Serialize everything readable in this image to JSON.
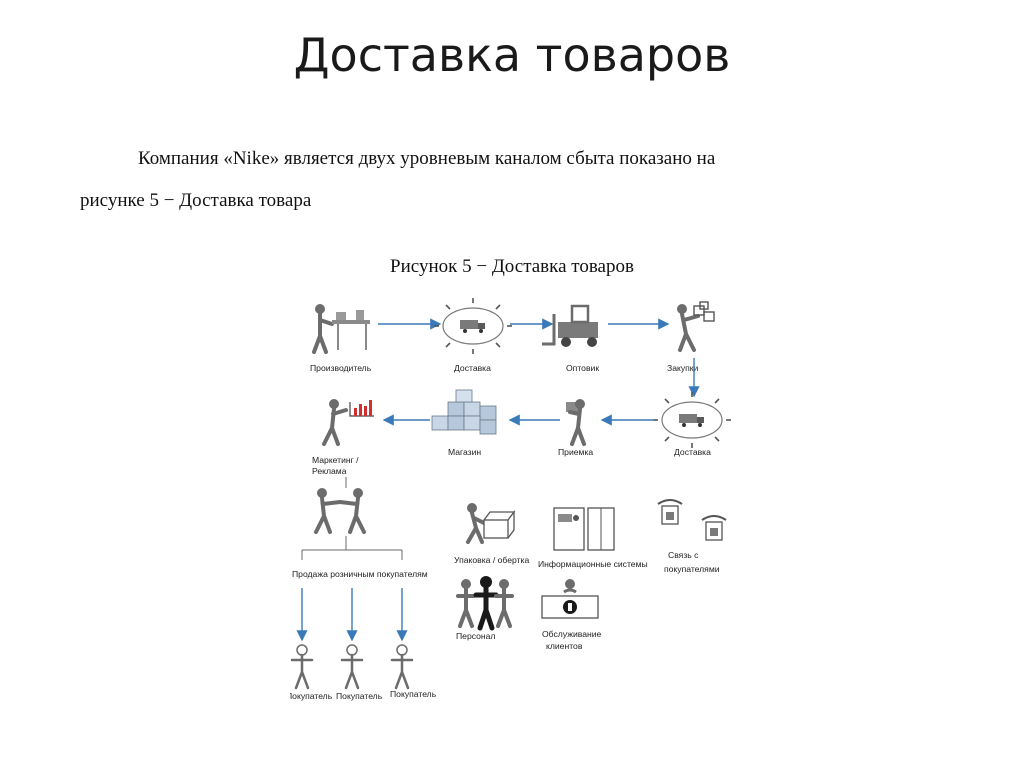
{
  "slide": {
    "title": "Доставка товаров",
    "paragraph_line1": "Компания «Nike» является двух уровневым каналом сбыта показано на",
    "paragraph_line2": "рисунке 5 − Доставка товара",
    "caption": "Рисунок 5  − Доставка товаров"
  },
  "diagram": {
    "labels": {
      "producer": "Производитель",
      "delivery1": "Доставка",
      "wholesaler": "Оптовик",
      "purchases": "Закупки",
      "delivery2": "Доставка",
      "reception": "Приемка",
      "store": "Магазин",
      "marketing_1": "Маркетинг /",
      "marketing_2": "Реклама",
      "retail_sales": "Продажа розничным покупателям",
      "buyer1": "Покупатель",
      "buyer2": "Покупатель",
      "buyer3": "Покупатель",
      "packaging": "Упаковка / обертка",
      "info_systems": "Информационные системы",
      "customer_contact_1": "Связь с",
      "customer_contact_2": "покупателями",
      "personnel": "Персонал",
      "customer_service_1": "Обслуживание",
      "customer_service_2": "клиентов"
    },
    "colors": {
      "arrow": "#3a7ab8",
      "line": "#6a6a6a",
      "figure": "#6c6c6c",
      "box_face": "#b8c8dc",
      "chart_red": "#d03030"
    }
  }
}
